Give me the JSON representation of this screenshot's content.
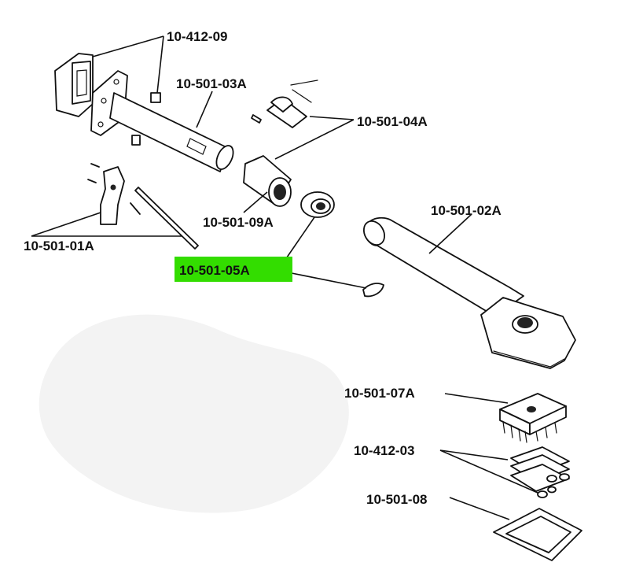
{
  "colors": {
    "highlight": "#33dd00",
    "ink": "#111111",
    "background": "#ffffff",
    "watermark": "#f3f3f3"
  },
  "labels": {
    "p1": "10-412-09",
    "p2": "10-501-03A",
    "p3": "10-501-04A",
    "p4": "10-501-09A",
    "p5": "10-501-01A",
    "p6": "10-501-05A",
    "p7": "10-501-02A",
    "p8": "10-501-07A",
    "p9": "10-412-03",
    "p10": "10-501-08"
  },
  "highlighted_part": "10-501-05A"
}
